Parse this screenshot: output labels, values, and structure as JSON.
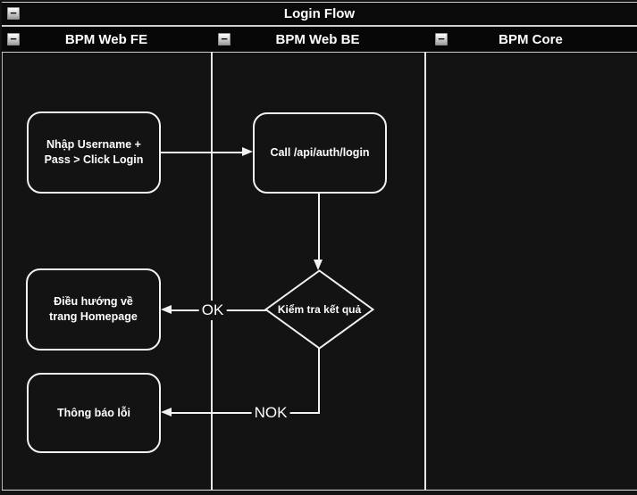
{
  "title_bar": {
    "title": "Login Flow"
  },
  "lanes": [
    {
      "label": "BPM Web FE"
    },
    {
      "label": "BPM Web BE"
    },
    {
      "label": "BPM Core"
    }
  ],
  "nodes": {
    "login_input": {
      "label": "Nhập Username + Pass > Click Login"
    },
    "call_api": {
      "label": "Call /api/auth/login"
    },
    "check_result": {
      "label": "Kiểm tra kết quả"
    },
    "redirect_home": {
      "label": "Điều hướng về trang Homepage"
    },
    "error_toast": {
      "label": "Thông báo lỗi"
    }
  },
  "edges": {
    "ok_label": "OK",
    "nok_label": "NOK"
  },
  "icons": {
    "collapse_glyph": "−",
    "names": [
      "collapse-icon"
    ]
  },
  "colors": {
    "canvas_bg": "#131313",
    "bar_bg": "#0a0a0a",
    "header_bg": "#070707",
    "stroke": "#f2f2f2",
    "border_line": "#cfcfcf",
    "text": "#ffffff"
  }
}
